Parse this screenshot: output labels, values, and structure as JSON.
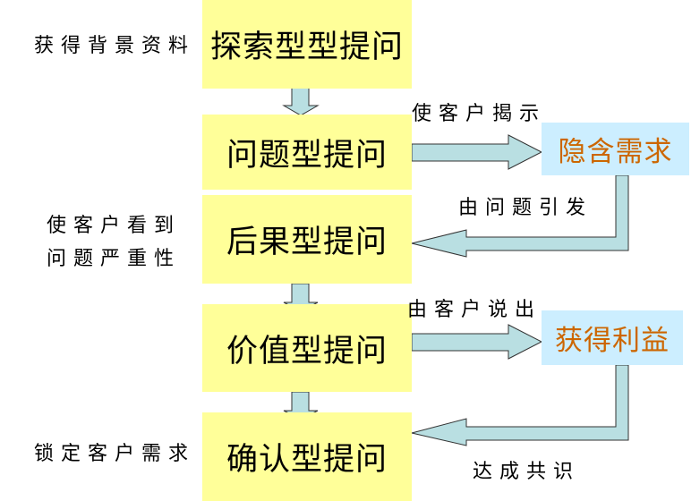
{
  "diagram": {
    "steps": [
      {
        "label": "探索型型提问",
        "note_lines": [
          "获得背景资料"
        ]
      },
      {
        "label": "问题型提问",
        "note_lines": []
      },
      {
        "label": "后果型提问",
        "note_lines": [
          "使客户看到",
          "问题严重性"
        ]
      },
      {
        "label": "价值型提问",
        "note_lines": []
      },
      {
        "label": "确认型提问",
        "note_lines": [
          "锁定客户需求"
        ]
      }
    ],
    "outcomes": [
      {
        "label": "隐含需求",
        "forward_label": "使客户揭示",
        "return_label": "由问题引发"
      },
      {
        "label": "获得利益",
        "forward_label": "由客户说出",
        "return_label": "达成共识"
      }
    ],
    "colors": {
      "step_fill": "#FFFF99",
      "outcome_fill": "#CCEEFF",
      "outcome_text": "#CC6600",
      "arrow_fill": "#B9DFE2",
      "arrow_stroke": "#333333"
    }
  }
}
